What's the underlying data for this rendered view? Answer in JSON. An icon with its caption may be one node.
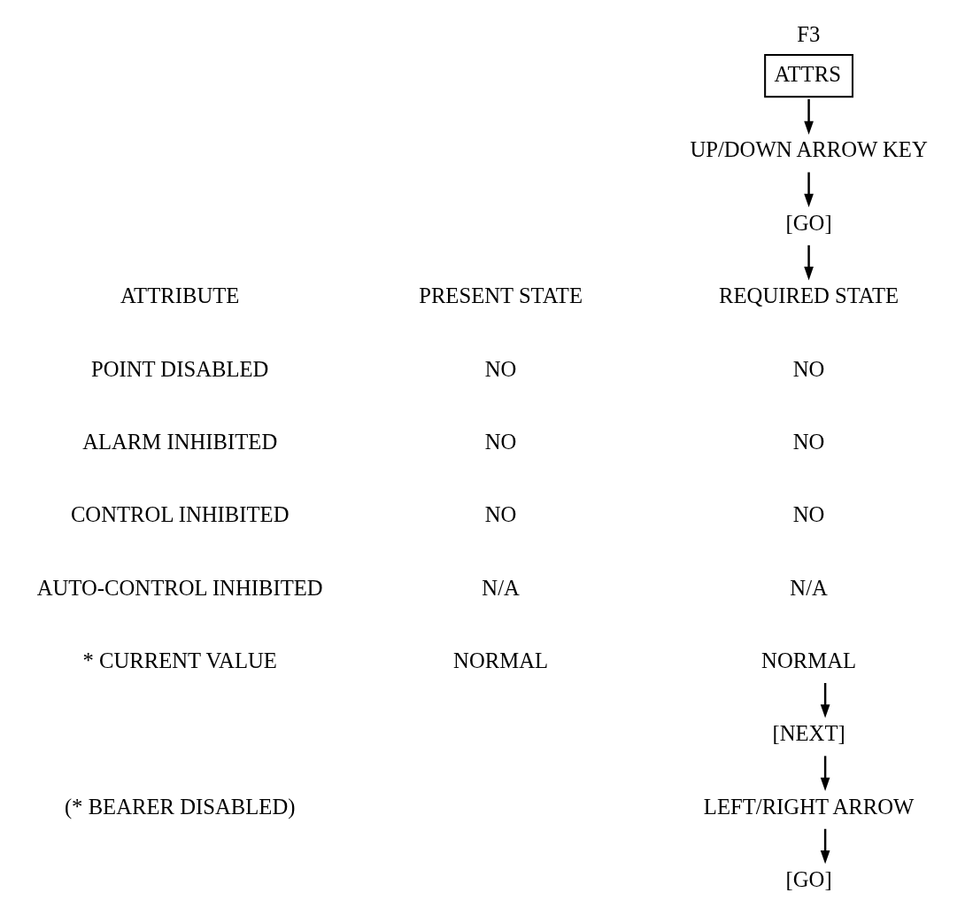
{
  "diagram": {
    "nodes": [
      {
        "text": [
          "F3",
          "ATTRS"
        ]
      },
      {
        "text": [
          "UP/DOWN ARROW KEY"
        ]
      },
      {
        "text": [
          "[GO]"
        ]
      },
      {
        "text": [
          "REQUIRED STATE"
        ]
      },
      {
        "text": [
          "NORMAL"
        ]
      },
      {
        "text": [
          "[NEXT]"
        ]
      },
      {
        "text": [
          "LEFT/RIGHT ARROW"
        ]
      },
      {
        "text": [
          "[GO]"
        ]
      }
    ],
    "edges": [
      {
        "from": 0,
        "to": 1,
        "arrow": "to"
      },
      {
        "from": 1,
        "to": 2,
        "arrow": "to"
      },
      {
        "from": 2,
        "to": 3,
        "arrow": "to"
      },
      {
        "from": 4,
        "to": 5,
        "arrow": "to"
      },
      {
        "from": 5,
        "to": 6,
        "arrow": "to"
      },
      {
        "from": 6,
        "to": 7,
        "arrow": "to"
      }
    ],
    "labels": [
      "ATTRIBUTE",
      "PRESENT STATE",
      "POINT DISABLED",
      "NO",
      "NO",
      "ALARM INHIBITED",
      "NO",
      "NO",
      "CONTROL INHIBITED",
      "NO",
      "NO",
      "AUTO-CONTROL INHIBITED",
      "N/A",
      "N/A",
      "* CURRENT VALUE",
      "NORMAL",
      "(* BEARER DISABLED)"
    ]
  }
}
